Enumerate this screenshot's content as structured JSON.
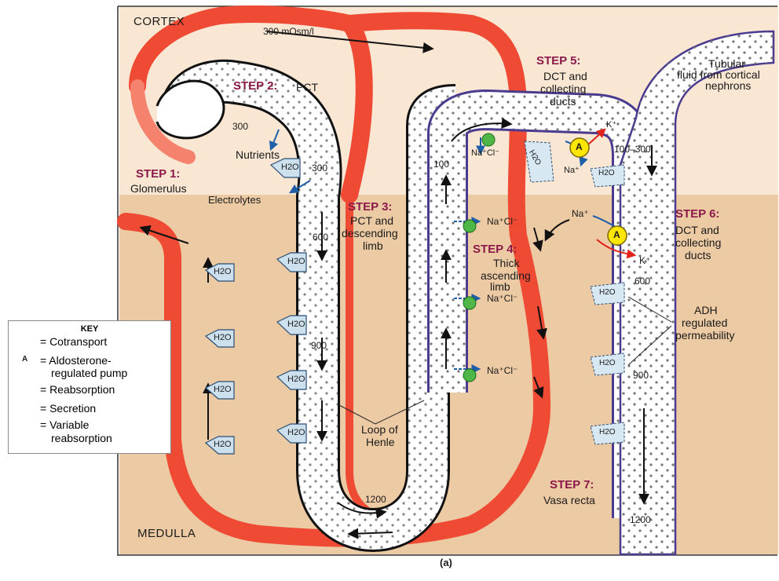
{
  "zones": {
    "cortex": "CORTEX",
    "medulla": "MEDULLA"
  },
  "steps": {
    "s1": {
      "title": "STEP 1:",
      "text": "Glomerulus"
    },
    "s2": {
      "title": "STEP 2:",
      "text": "PCT"
    },
    "s3": {
      "title": "STEP 3:",
      "line1": "PCT and",
      "line2": "descending",
      "line3": "limb"
    },
    "s4": {
      "title": "STEP 4:",
      "line1": "Thick",
      "line2": "ascending",
      "line3": "limb"
    },
    "s5": {
      "title": "STEP 5:",
      "line1": "DCT and",
      "line2": "collecting",
      "line3": "ducts"
    },
    "s6": {
      "title": "STEP 6:",
      "line1": "DCT and",
      "line2": "collecting",
      "line3": "ducts"
    },
    "s7": {
      "title": "STEP 7:",
      "text": "Vasa recta"
    }
  },
  "osmolarity": {
    "cortical": "300 mOsm/l",
    "pct300a": "300",
    "pct300b": "300",
    "desc600": "600",
    "desc900": "900",
    "loop1200": "1200",
    "asc100": "100",
    "dct100_300": "100–300",
    "cd600": "600",
    "cd900": "900",
    "cd1200": "1200"
  },
  "labels": {
    "nutrients": "Nutrients",
    "electrolytes": "Electrolytes",
    "tubular1": "Tubular",
    "tubular2": "fluid from cortical",
    "tubular3": "nephrons",
    "loop1": "Loop of",
    "loop2": "Henle",
    "adh1": "ADH",
    "adh2": "regulated",
    "adh3": "permeability",
    "h2o": "H2O",
    "nacl": "Na⁺Cl⁻",
    "na": "Na⁺",
    "k": "K⁺",
    "a": "A",
    "caption": "(a)"
  },
  "key": {
    "title": "KEY",
    "cotransport": "= Cotransport",
    "aldo1": "= Aldosterone-",
    "aldo2": "regulated pump",
    "reabsorption": "= Reabsorption",
    "secretion": "= Secretion",
    "variable1": "= Variable",
    "variable2": "reabsorption"
  },
  "colors": {
    "cortex_bg": "#f9e6d3",
    "medulla_bg": "#eccaa4",
    "vessel": "#ef4a33",
    "tubule_outline": "#111111",
    "collecting_outline": "#4a3b8f",
    "step_title": "#8b1a4a",
    "cotransport": "#4db848",
    "pump": "#ffe600",
    "reabsorption_arrow": "#1f5fa8",
    "secretion_arrow": "#e2231a",
    "water_badge": "#cde0ee"
  }
}
